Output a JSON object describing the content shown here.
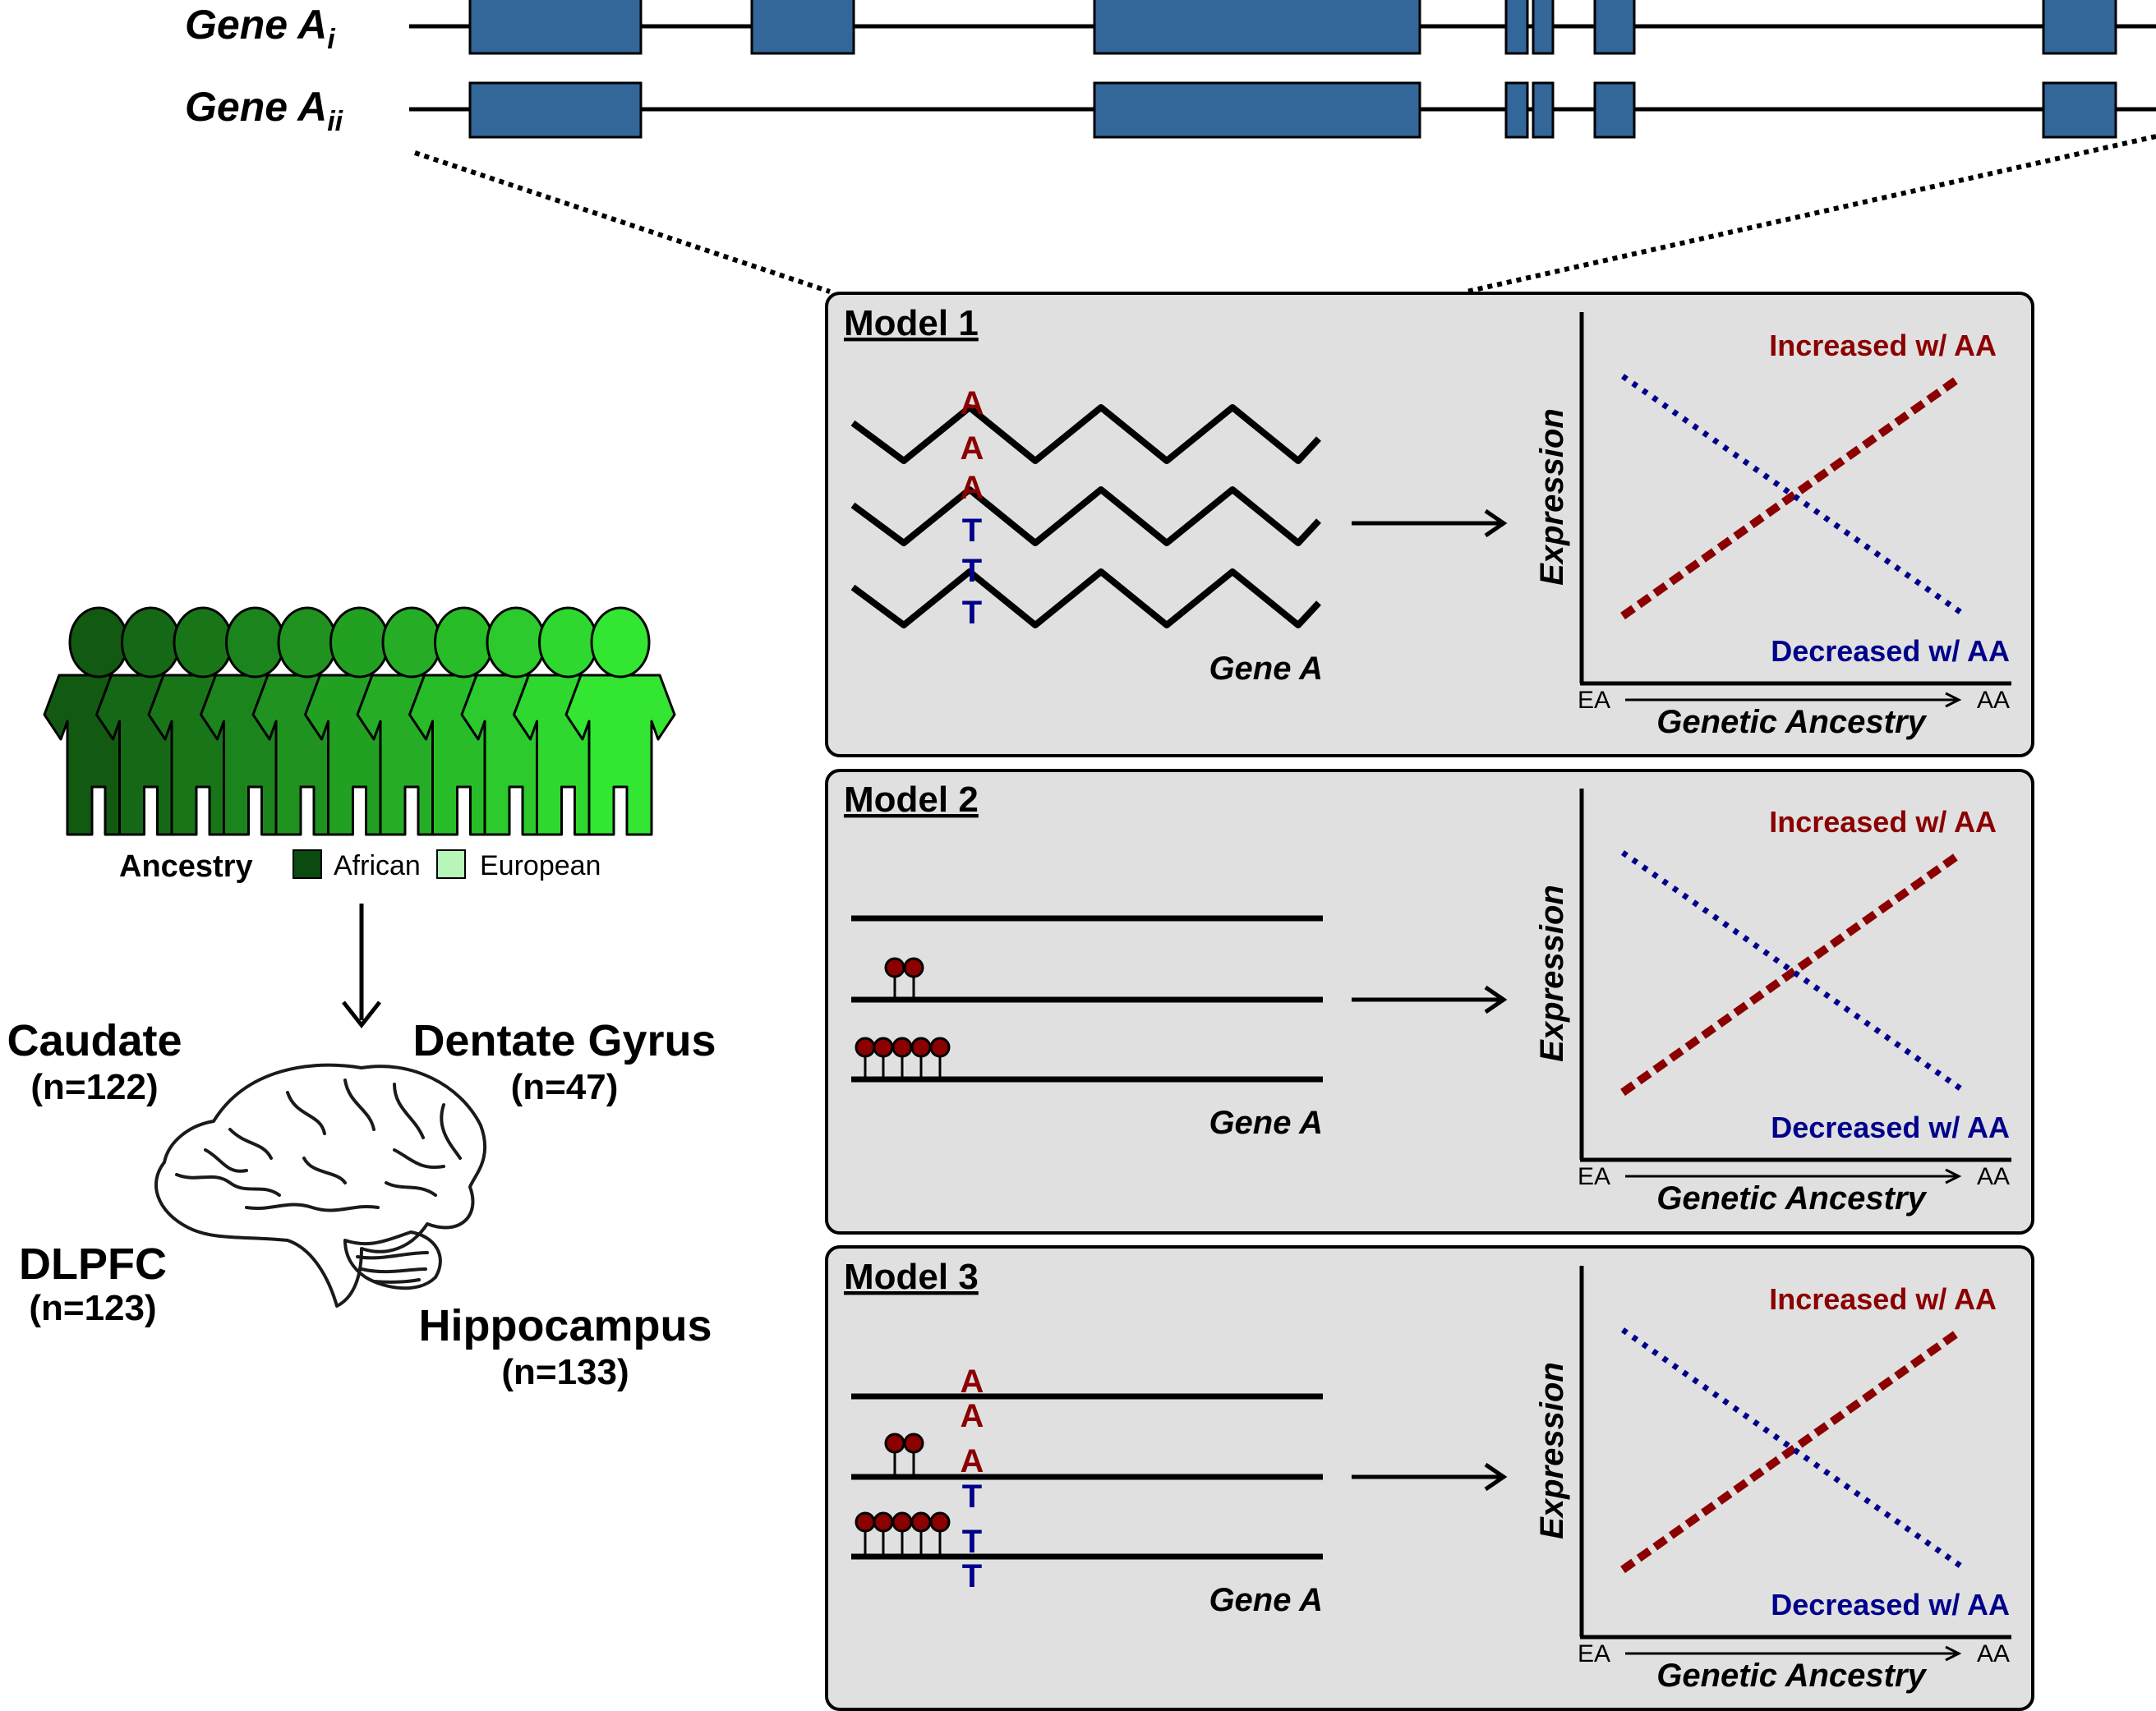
{
  "colors": {
    "exon": "#336699",
    "dark_red": "#8b0000",
    "navy": "#00008b",
    "panel_bg": "#e0e0e0",
    "ancestry_african": "#0b4a10",
    "ancestry_european": "#b8f5b8"
  },
  "genes": {
    "isoform_i": {
      "label": "Gene A",
      "subscript": "i"
    },
    "isoform_ii": {
      "label": "Gene A",
      "subscript": "ii"
    }
  },
  "ancestry": {
    "label": "Ancestry",
    "african": "African",
    "european": "European"
  },
  "regions": [
    {
      "name": "Caudate",
      "n": "(n=122)"
    },
    {
      "name": "Dentate Gyrus",
      "n": "(n=47)"
    },
    {
      "name": "DLPFC",
      "n": "(n=123)"
    },
    {
      "name": "Hippocampus",
      "n": "(n=133)"
    }
  ],
  "models": [
    {
      "title": "Model 1",
      "gene_label": "Gene A",
      "alleles": [
        [
          "A",
          "A"
        ],
        [
          "A",
          "T"
        ],
        [
          "T",
          "T"
        ]
      ]
    },
    {
      "title": "Model 2",
      "gene_label": "Gene A"
    },
    {
      "title": "Model 3",
      "gene_label": "Gene A",
      "alleles": [
        [
          "A",
          "A"
        ],
        [
          "A",
          "T"
        ],
        [
          "T",
          "T"
        ]
      ]
    }
  ],
  "plot": {
    "ylabel": "Expression",
    "xlabel": "Genetic Ancestry",
    "x_start": "EA",
    "x_end": "AA",
    "increased": "Increased w/ AA",
    "decreased": "Decreased w/ AA"
  }
}
